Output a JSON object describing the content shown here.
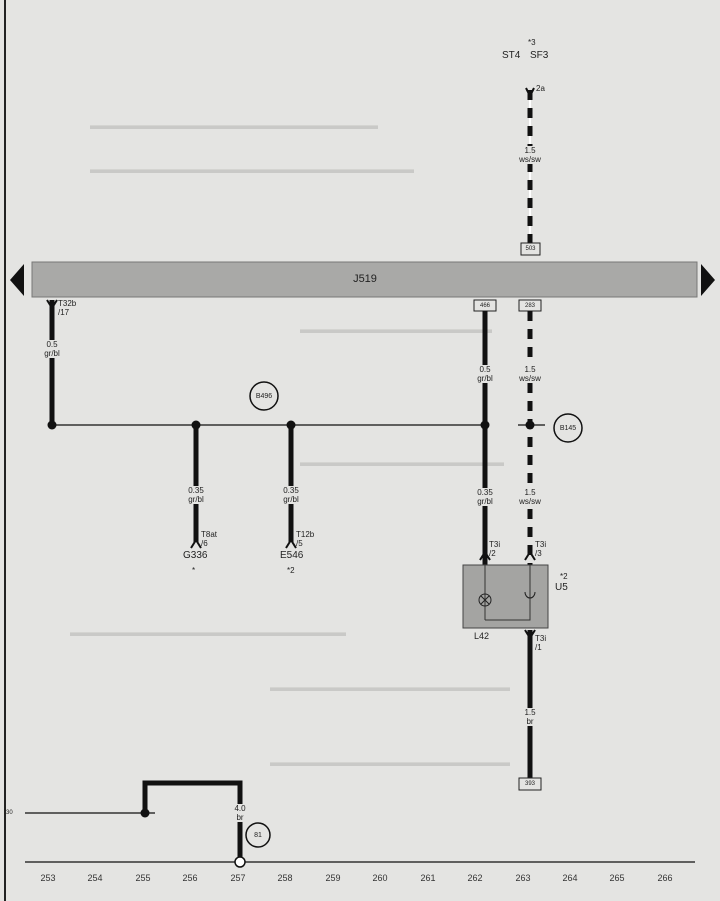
{
  "control_unit": {
    "name": "J519"
  },
  "top_supply": {
    "labels": [
      "ST4",
      "SF3"
    ],
    "footnote": "*3",
    "pin": "2a",
    "wire": {
      "size": "1.5",
      "color": "ws/sw"
    },
    "terminal": "503"
  },
  "left_branch": {
    "connector": "T32b",
    "pin": "/17",
    "wire": {
      "size": "0.5",
      "color": "gr/bl"
    }
  },
  "junctions": {
    "left": "B496",
    "right": "B145",
    "ground": "81"
  },
  "drops": [
    {
      "wire": {
        "size": "0.35",
        "color": "gr/bl"
      },
      "connector": "T8at",
      "pin": "/6",
      "component": "G336",
      "footnote": "*"
    },
    {
      "wire": {
        "size": "0.35",
        "color": "gr/bl"
      },
      "connector": "T12b",
      "pin": "/5",
      "component": "E546",
      "footnote": "*2"
    }
  ],
  "j519_outputs": [
    {
      "terminal": "466",
      "wire_upper": {
        "size": "0.5",
        "color": "gr/bl"
      },
      "wire_lower": {
        "size": "0.35",
        "color": "gr/bl"
      },
      "connector": "T3i",
      "pin": "/2"
    },
    {
      "terminal": "283",
      "wire_upper": {
        "size": "1.5",
        "color": "ws/sw"
      },
      "wire_lower": {
        "size": "1.5",
        "color": "ws/sw"
      },
      "connector": "T3i",
      "pin": "/3"
    }
  ],
  "module": {
    "name": "U5",
    "footnote": "*2",
    "lamp": "L42"
  },
  "module_output": {
    "connector": "T3i",
    "pin": "/1",
    "wire": {
      "size": "1.5",
      "color": "br"
    },
    "terminal": "393"
  },
  "bottom": {
    "left_rail": "30",
    "ground_wire": {
      "size": "4.0",
      "color": "br"
    }
  },
  "track_numbers": [
    "253",
    "254",
    "255",
    "256",
    "257",
    "258",
    "259",
    "260",
    "261",
    "262",
    "263",
    "264",
    "265",
    "266"
  ],
  "colors": {
    "background": "#e4e4e2",
    "bar": "#a9a9a7",
    "module": "#a4a4a2",
    "wire": "#111111"
  }
}
